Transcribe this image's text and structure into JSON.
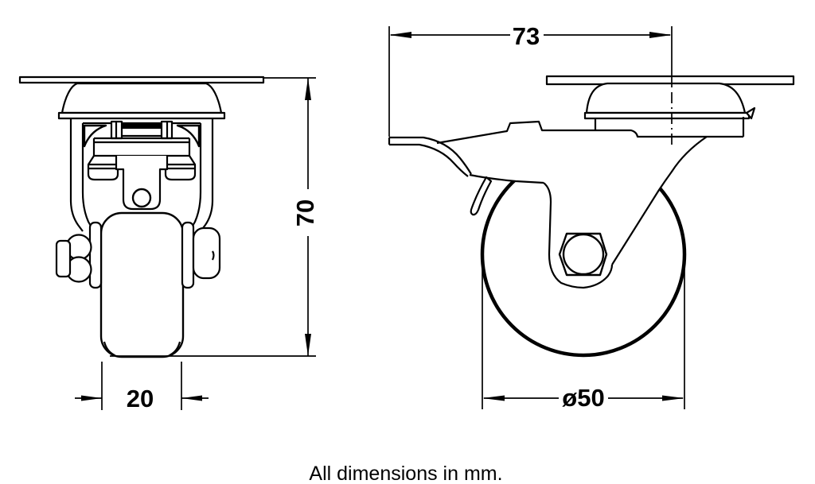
{
  "drawing": {
    "title": "caster-technical-drawing",
    "caption": "All dimensions in mm.",
    "colors": {
      "line": "#000000",
      "background": "#ffffff"
    },
    "views": {
      "front": {
        "label": "front-view-swivel-caster"
      },
      "side": {
        "label": "side-view-swivel-caster-with-brake"
      }
    },
    "dimensions": {
      "overall_length": {
        "label": "73"
      },
      "overall_height": {
        "label": "70"
      },
      "wheel_width": {
        "label": "20"
      },
      "wheel_diameter": {
        "label": "ø50"
      }
    }
  }
}
